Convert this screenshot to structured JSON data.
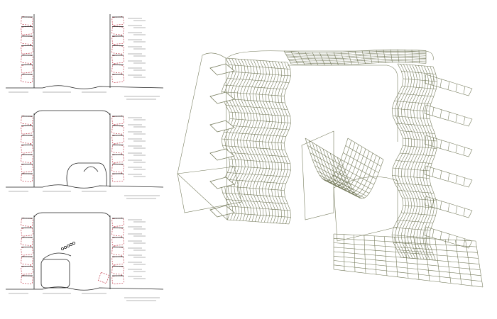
{
  "sections": [
    {
      "id": "section-1",
      "kind": "plan-drawing"
    },
    {
      "id": "section-2",
      "kind": "plan-drawing"
    },
    {
      "id": "section-3",
      "kind": "plan-drawing"
    },
    {
      "id": "axonometric",
      "kind": "wireframe-mesh"
    }
  ],
  "colors": {
    "background": "#ffffff",
    "ink": "#222222",
    "accent_red": "#c23a4a",
    "mesh": "#6d7352"
  }
}
